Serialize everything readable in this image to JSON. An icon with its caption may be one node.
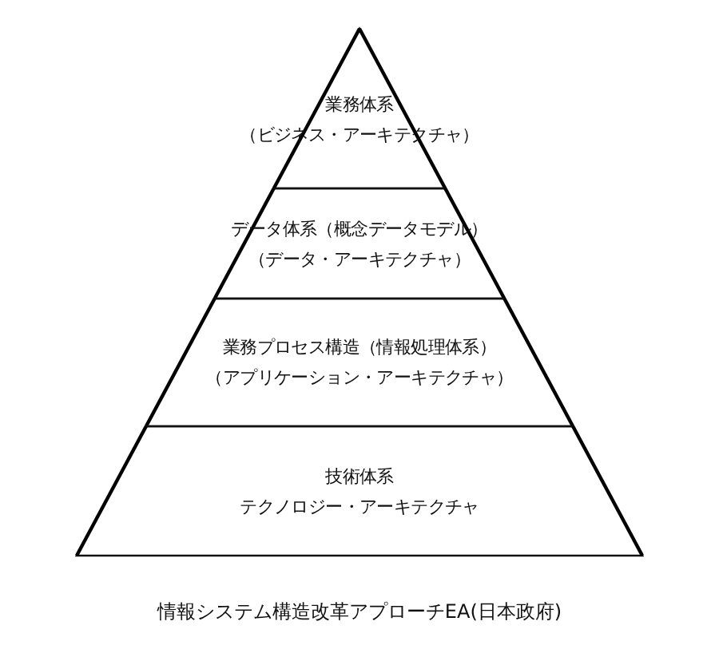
{
  "diagram": {
    "caption": "情報システム構造改革アプローチEA(日本政府)",
    "nodes": [
      {
        "text": [
          "業務体系",
          "（ビジネス・アーキテクチャ）"
        ]
      },
      {
        "text": [
          "データ体系（概念データモデル）",
          "（データ・アーキテクチャ）"
        ]
      },
      {
        "text": [
          "業務プロセス構造（情報処理体系）",
          "（アプリケーション・アーキテクチャ）"
        ]
      },
      {
        "text": [
          "技術体系",
          "テクノロジー・アーキテクチャ"
        ]
      }
    ]
  }
}
